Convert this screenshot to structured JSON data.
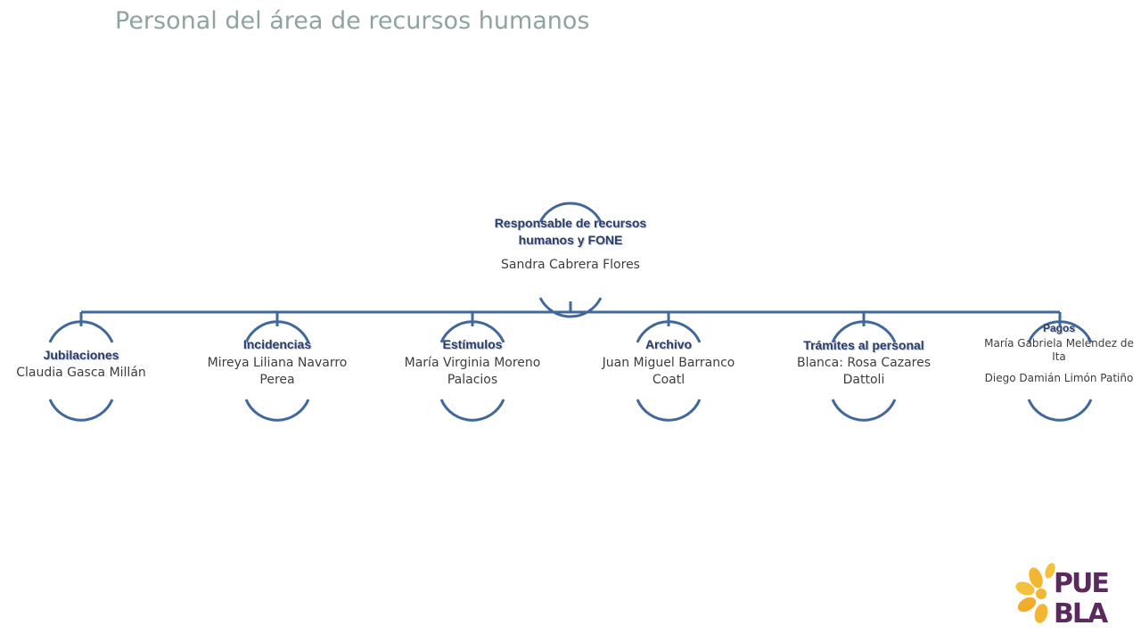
{
  "title": "Personal del área de recursos humanos",
  "colors": {
    "line": "#41689a",
    "title": "#8fa3a0",
    "role": "#2c3e66"
  },
  "root": {
    "role": "Responsable de recursos humanos y FONE",
    "person": "Sandra Cabrera Flores"
  },
  "children": [
    {
      "role": "Jubilaciones",
      "person": "Claudia Gasca Millán"
    },
    {
      "role": "Incidencias",
      "person": "Mireya Liliana Navarro Perea"
    },
    {
      "role": "Estímulos",
      "person": "María Virginia Moreno Palacios"
    },
    {
      "role": "Archivo",
      "person": "Juan Miguel Barranco Coatl"
    },
    {
      "role": "Trámites al personal",
      "person": "Blanca: Rosa Cazares Dattoli"
    },
    {
      "role": "Pagos",
      "persons": [
        "María Gabriela Meléndez de Ita",
        "Diego Damián Limón Patiño"
      ]
    }
  ],
  "logo": {
    "text": "PUEBLA",
    "line1": "PUE",
    "line2": "BLA",
    "icon": "puebla-flower-logo"
  }
}
